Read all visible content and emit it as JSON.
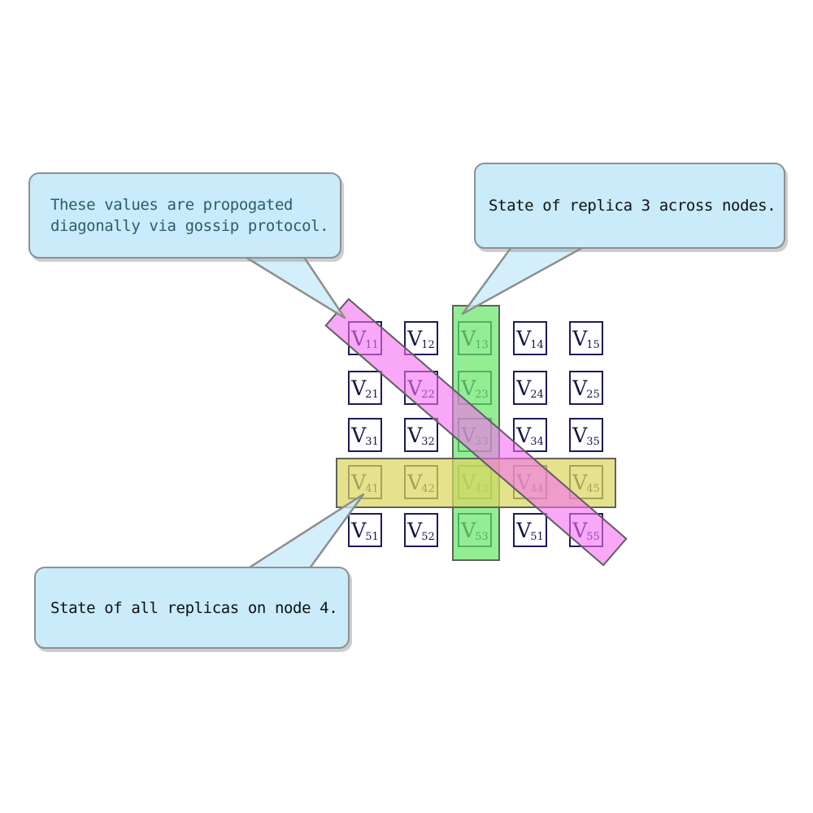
{
  "diagram": {
    "description": "Replica state matrix with highlighted row, column and diagonal",
    "matrix": {
      "letter": "V",
      "rows": [
        [
          "11",
          "12",
          "13",
          "14",
          "15"
        ],
        [
          "21",
          "22",
          "23",
          "24",
          "25"
        ],
        [
          "31",
          "32",
          "33",
          "34",
          "35"
        ],
        [
          "41",
          "42",
          "43",
          "44",
          "45"
        ],
        [
          "51",
          "52",
          "53",
          "51",
          "55"
        ]
      ]
    },
    "callouts": [
      {
        "id": "gossip",
        "text_lines": [
          "These values are propogated",
          "diagonally via gossip protocol."
        ],
        "text_color": "#2d5c6e"
      },
      {
        "id": "replica3",
        "text_lines": [
          "State of replica 3 across nodes."
        ],
        "text_color": "#101010"
      },
      {
        "id": "node4",
        "text_lines": [
          "State of all replicas on node 4."
        ],
        "text_color": "#101010"
      }
    ],
    "highlights": [
      {
        "name": "diagonal-gossip-band",
        "color": "#F86EF0"
      },
      {
        "name": "replica-3-column",
        "color": "#90EE90"
      },
      {
        "name": "node-4-row",
        "color": "#E5E28C"
      }
    ],
    "colors": {
      "cell_border": "#1b1b5c",
      "cell_text": "#14144e",
      "callout_fill": "#c9ebfa",
      "callout_border": "#909090",
      "band_border": "#606060"
    }
  }
}
